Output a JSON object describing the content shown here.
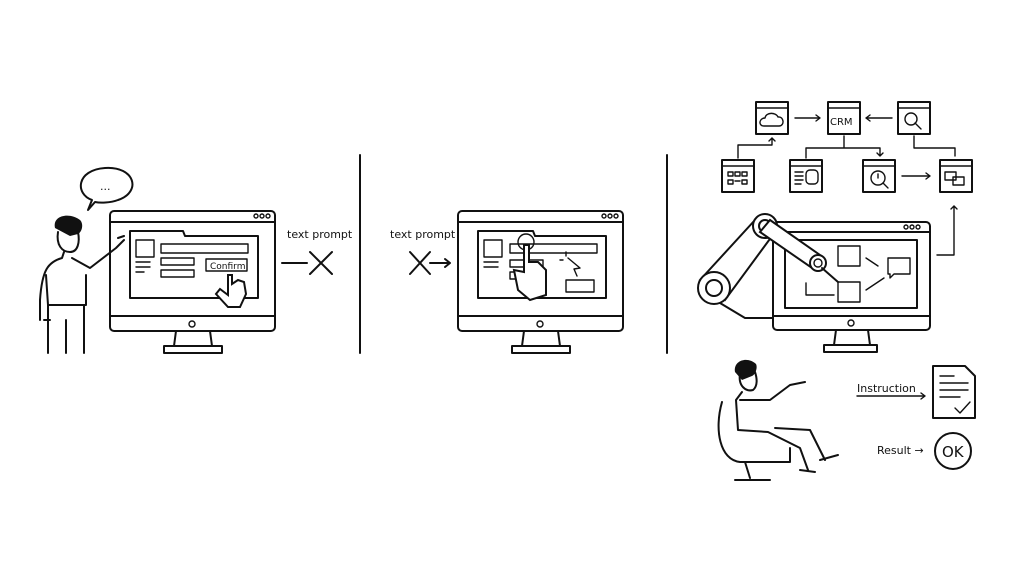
{
  "panel1": {
    "speech": "...",
    "button_label": "Confirm",
    "prompt_label": "text prompt"
  },
  "panel2": {
    "prompt_label": "text prompt"
  },
  "panel3": {
    "crm_label": "CRM",
    "instruction_label": "Instruction",
    "result_label": "Result →",
    "ok_label": "OK"
  }
}
